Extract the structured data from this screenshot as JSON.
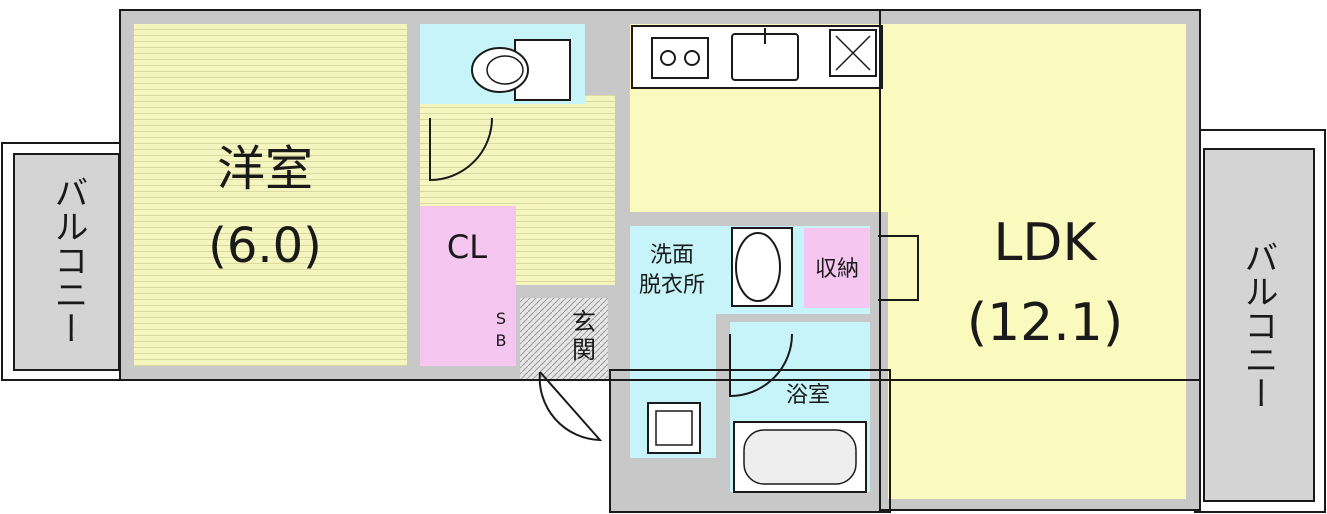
{
  "rooms": {
    "western": {
      "name": "洋室",
      "size": "(6.0)"
    },
    "ldk": {
      "name": "LDK",
      "size": "(12.1)"
    },
    "closet": {
      "name": "CL"
    },
    "entrance": {
      "name_line1": "玄",
      "name_line2": "関"
    },
    "shoe_box": {
      "line1": "S",
      "line2": "B"
    },
    "washroom": {
      "line1": "洗面",
      "line2": "脱衣所"
    },
    "bathroom": {
      "name": "浴室"
    },
    "storage": {
      "name": "収納"
    },
    "balcony_left": {
      "name": "バルコニー"
    },
    "balcony_right": {
      "name": "バルコニー"
    }
  },
  "colors": {
    "western_floor": "#f5f5c0",
    "ldk_floor": "#fafabf",
    "closet": "#f4c6f0",
    "wet_area": "#c6f4f8",
    "wall": "#c8c8c8",
    "balcony": "#d4d4d4",
    "outline": "#1a1a1a"
  }
}
